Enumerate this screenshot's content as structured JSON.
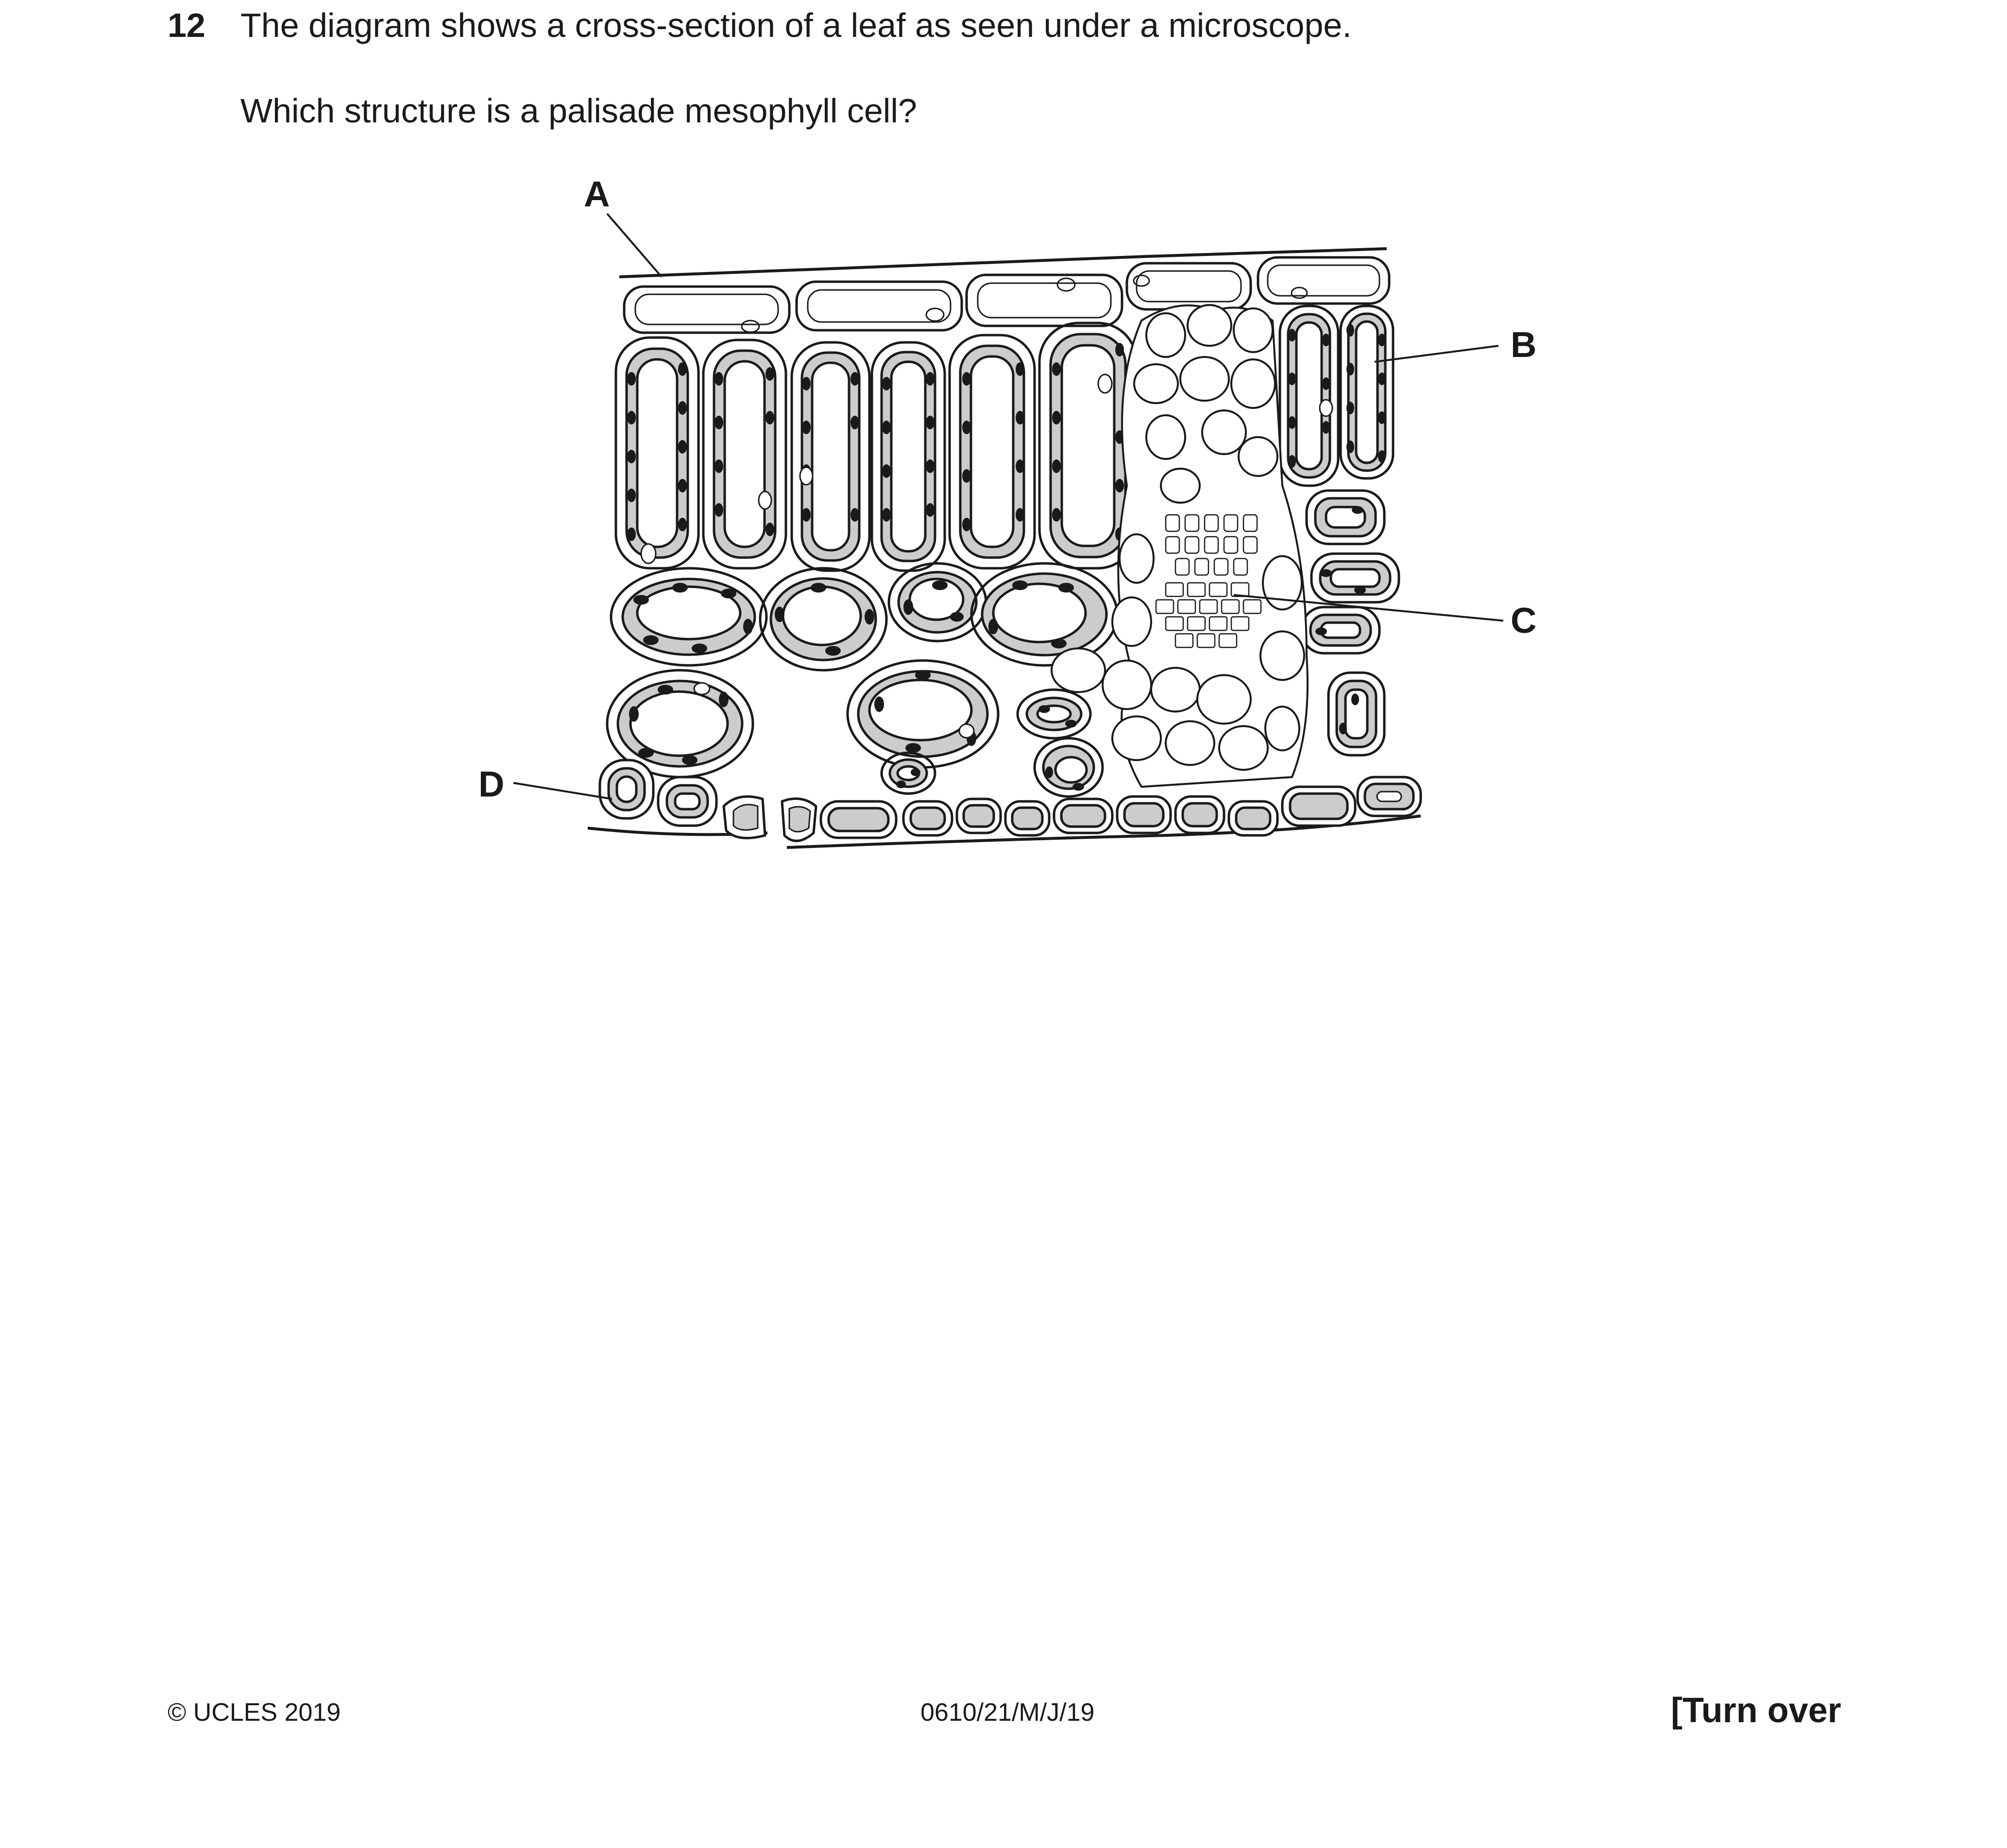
{
  "question": {
    "number": "12",
    "stem": "The diagram shows a cross-section of a leaf as seen under a microscope.",
    "prompt": "Which structure is a palisade mesophyll cell?"
  },
  "diagram": {
    "labels": {
      "a": "A",
      "b": "B",
      "c": "C",
      "d": "D"
    }
  },
  "footer": {
    "copyright": "© UCLES 2019",
    "paper_code": "0610/21/M/J/19",
    "turn_over": "[Turn over"
  }
}
